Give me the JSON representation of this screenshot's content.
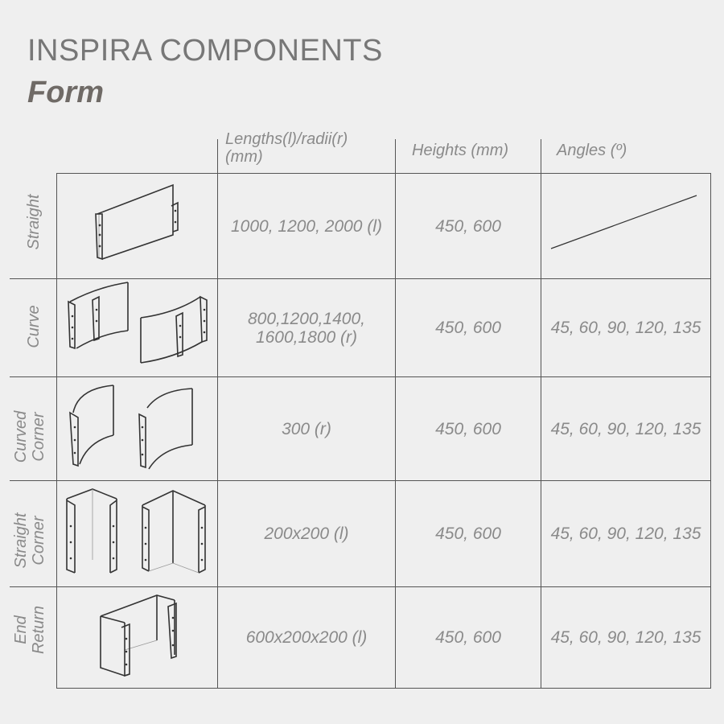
{
  "header": {
    "title": "INSPIRA COMPONENTS",
    "subtitle": "Form"
  },
  "columns": {
    "lengths": "Lengths(l)/radii(r)\n(mm)",
    "heights": "Heights (mm)",
    "angles": "Angles (º)"
  },
  "rows": [
    {
      "label": "Straight",
      "lengths": "1000, 1200, 2000 (l)",
      "heights": "450, 600",
      "angles": ""
    },
    {
      "label": "Curve",
      "lengths": "800,1200,1400,\n1600,1800 (r)",
      "heights": "450, 600",
      "angles": "45, 60, 90, 120, 135"
    },
    {
      "label": "Curved\nCorner",
      "lengths": "300 (r)",
      "heights": "450, 600",
      "angles": "45, 60, 90, 120, 135"
    },
    {
      "label": "Straight\nCorner",
      "lengths": "200x200 (l)",
      "heights": "450, 600",
      "angles": "45, 60, 90, 120, 135"
    },
    {
      "label": "End\nReturn",
      "lengths": "600x200x200 (l)",
      "heights": "450, 600",
      "angles": "45, 60, 90, 120, 135"
    }
  ],
  "icons": {
    "straight": "straight-panel-icon",
    "curve": "curve-panel-icon",
    "curved_corner": "curved-corner-panel-icon",
    "straight_corner": "straight-corner-panel-icon",
    "end_return": "end-return-panel-icon"
  }
}
